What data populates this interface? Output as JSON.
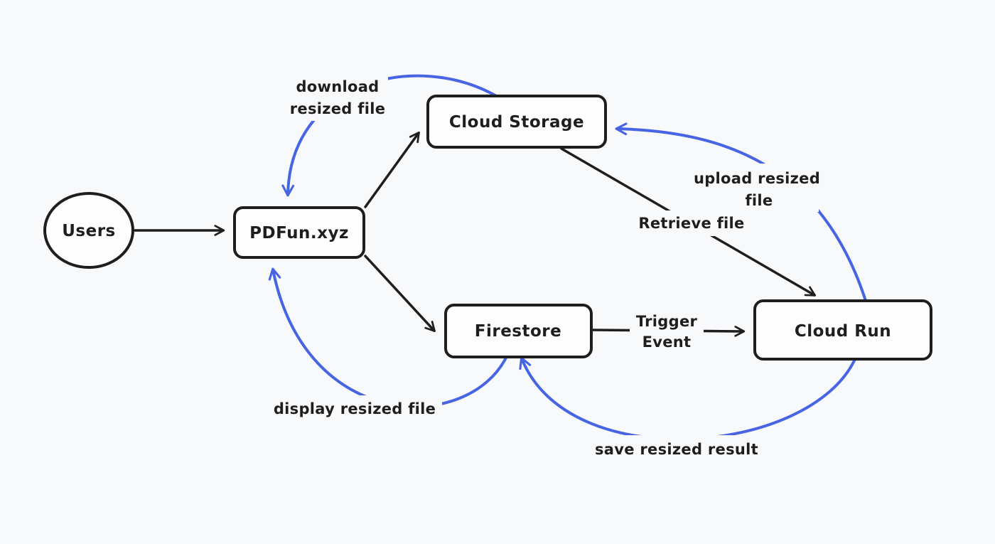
{
  "canvas": {
    "background": "#f8f9fb",
    "stroke_color": "#1e1e1e",
    "arrow_accent_color": "#4765e3"
  },
  "nodes": {
    "users": {
      "label": "Users"
    },
    "pdfun": {
      "label": "PDFun.xyz"
    },
    "cloud_storage": {
      "label": "Cloud Storage"
    },
    "firestore": {
      "label": "Firestore"
    },
    "cloud_run": {
      "label": "Cloud Run"
    }
  },
  "edge_labels": {
    "download": {
      "line1": "download",
      "line2": "resized file"
    },
    "upload": {
      "line1": "upload resized",
      "line2": "file"
    },
    "retrieve": {
      "label": "Retrieve file"
    },
    "trigger": {
      "line1": "Trigger",
      "line2": "Event"
    },
    "display": {
      "label": "display resized file"
    },
    "save": {
      "label": "save resized result"
    }
  }
}
